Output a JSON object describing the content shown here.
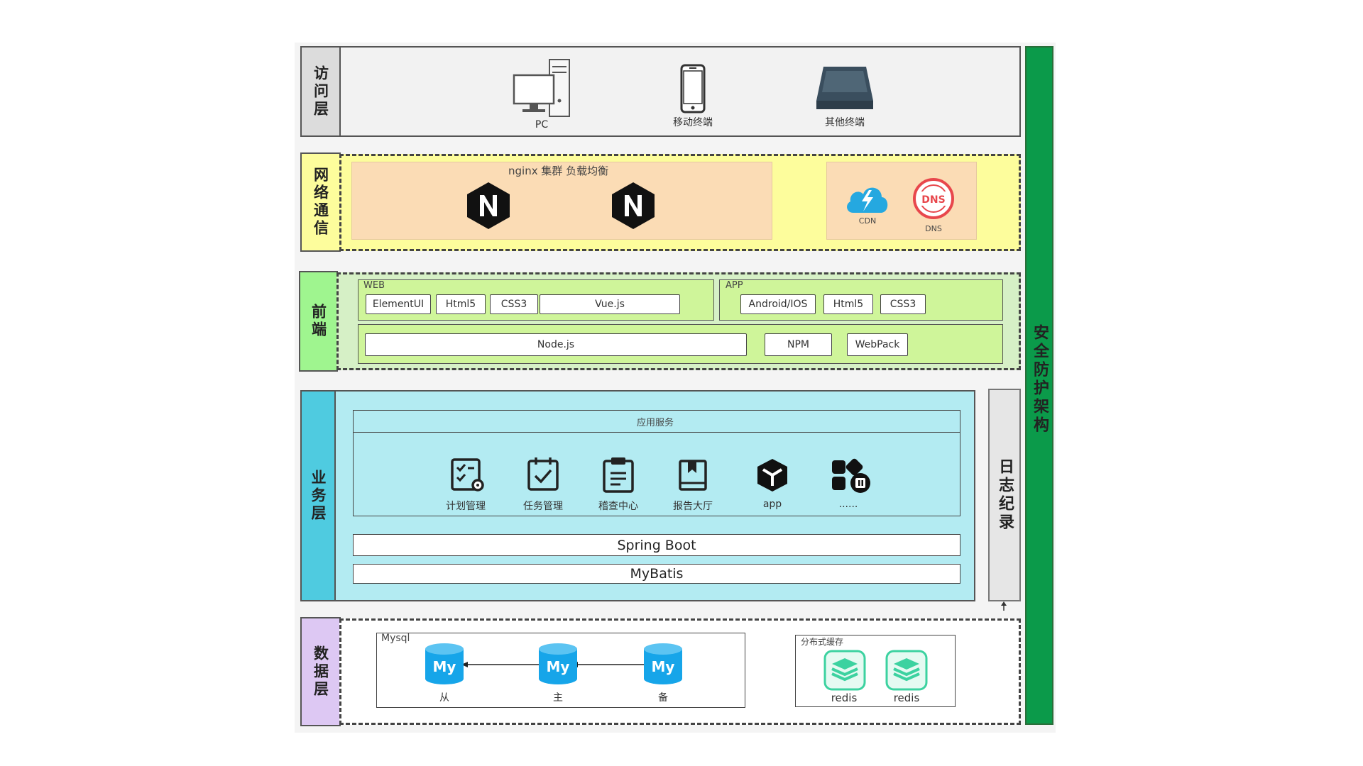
{
  "layers": {
    "access": "访问层",
    "network": "网络通信",
    "frontend": "前端",
    "business": "业务层",
    "data": "数据层"
  },
  "side": {
    "security": "安全防护架构",
    "log": "日志纪录"
  },
  "access": {
    "pc": "PC",
    "mobile": "移动终端",
    "other": "其他终端"
  },
  "network": {
    "nginx_title": "nginx 集群 负载均衡",
    "cdn": "CDN",
    "dns": "DNS",
    "dns_badge": "DNS"
  },
  "frontend": {
    "web_title": "WEB",
    "app_title": "APP",
    "web_items": [
      "ElementUI",
      "Html5",
      "CSS3",
      "Vue.js"
    ],
    "app_items": [
      "Android/IOS",
      "Html5",
      "CSS3"
    ],
    "tools": [
      "Node.js",
      "NPM",
      "WebPack"
    ]
  },
  "business": {
    "service_title": "应用服务",
    "services": [
      "计划管理",
      "任务管理",
      "稽查中心",
      "报告大厅",
      "app",
      "......"
    ],
    "spring": "Spring Boot",
    "mybatis": "MyBatis"
  },
  "data": {
    "mysql_title": "Mysql",
    "mysql_badge": "My",
    "mysql_nodes": [
      "从",
      "主",
      "备"
    ],
    "cache_title": "分布式缓存",
    "redis_nodes": [
      "redis",
      "redis"
    ]
  },
  "colors": {
    "access_bg": "#f2f2f2",
    "network_bg": "#fdfd9c",
    "nginx_bg": "#fbdcb5",
    "frontend_bg": "#d6f0c6",
    "frontend_inner": "#cff59a",
    "business_bg": "#b3ebf2",
    "business_label": "#4fcbe0",
    "data_label": "#ddc8f3",
    "security": "#0b9a4a",
    "mysql": "#16a5e9",
    "redis": "#3cd2a0"
  }
}
